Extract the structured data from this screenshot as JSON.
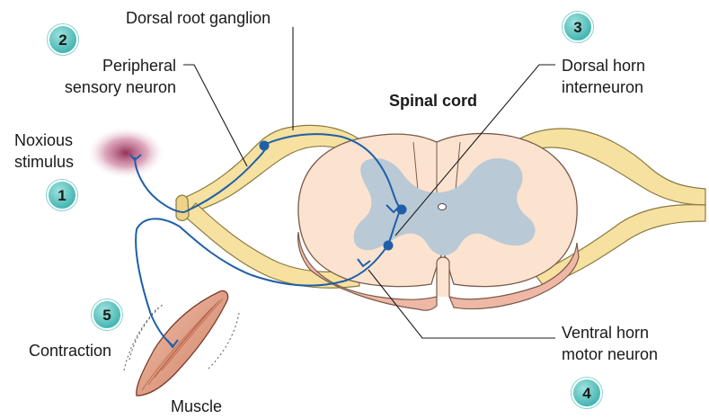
{
  "labels": {
    "dorsal_root_ganglion": "Dorsal root ganglion",
    "peripheral_line1": "Peripheral",
    "peripheral_line2": "sensory neuron",
    "noxious_line1": "Noxious",
    "noxious_line2": "stimulus",
    "spinal_cord": "Spinal cord",
    "dorsal_horn_line1": "Dorsal horn",
    "dorsal_horn_line2": "interneuron",
    "ventral_horn_line1": "Ventral horn",
    "ventral_horn_line2": "motor neuron",
    "contraction": "Contraction",
    "muscle": "Muscle"
  },
  "steps": [
    "1",
    "2",
    "3",
    "4",
    "5"
  ],
  "colors": {
    "badge_fill": "#5cc6c3",
    "neuron": "#1f5fa8",
    "nerve_fill": "#f6e1a0",
    "cord_fill": "#fbe3cf",
    "gray_matter": "#b9c9d6",
    "muscle": "#e3a58a",
    "stimulus": "#a0345e"
  }
}
